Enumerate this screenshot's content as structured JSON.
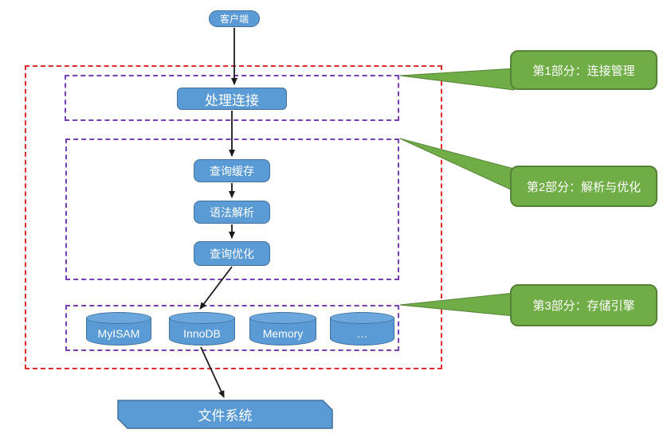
{
  "nodes": {
    "client": "客户端",
    "handle_connection": "处理连接",
    "query_cache": "查询缓存",
    "syntax_parse": "语法解析",
    "query_optimize": "查询优化",
    "file_system": "文件系统",
    "engines": [
      "MyISAM",
      "InnoDB",
      "Memory",
      "…"
    ]
  },
  "callouts": [
    {
      "label": "第1部分：连接管理"
    },
    {
      "label": "第2部分：解析与优化"
    },
    {
      "label": "第3部分：存储引擎"
    }
  ],
  "colors": {
    "node_fill": "#5b9bd5",
    "node_border": "#41719c",
    "callout_fill": "#70ad47",
    "callout_border": "#548235",
    "outer_boundary_red": "#e02b2b",
    "section_boundary_purple": "#7a3db8",
    "arrow": "#1a1a1a"
  }
}
